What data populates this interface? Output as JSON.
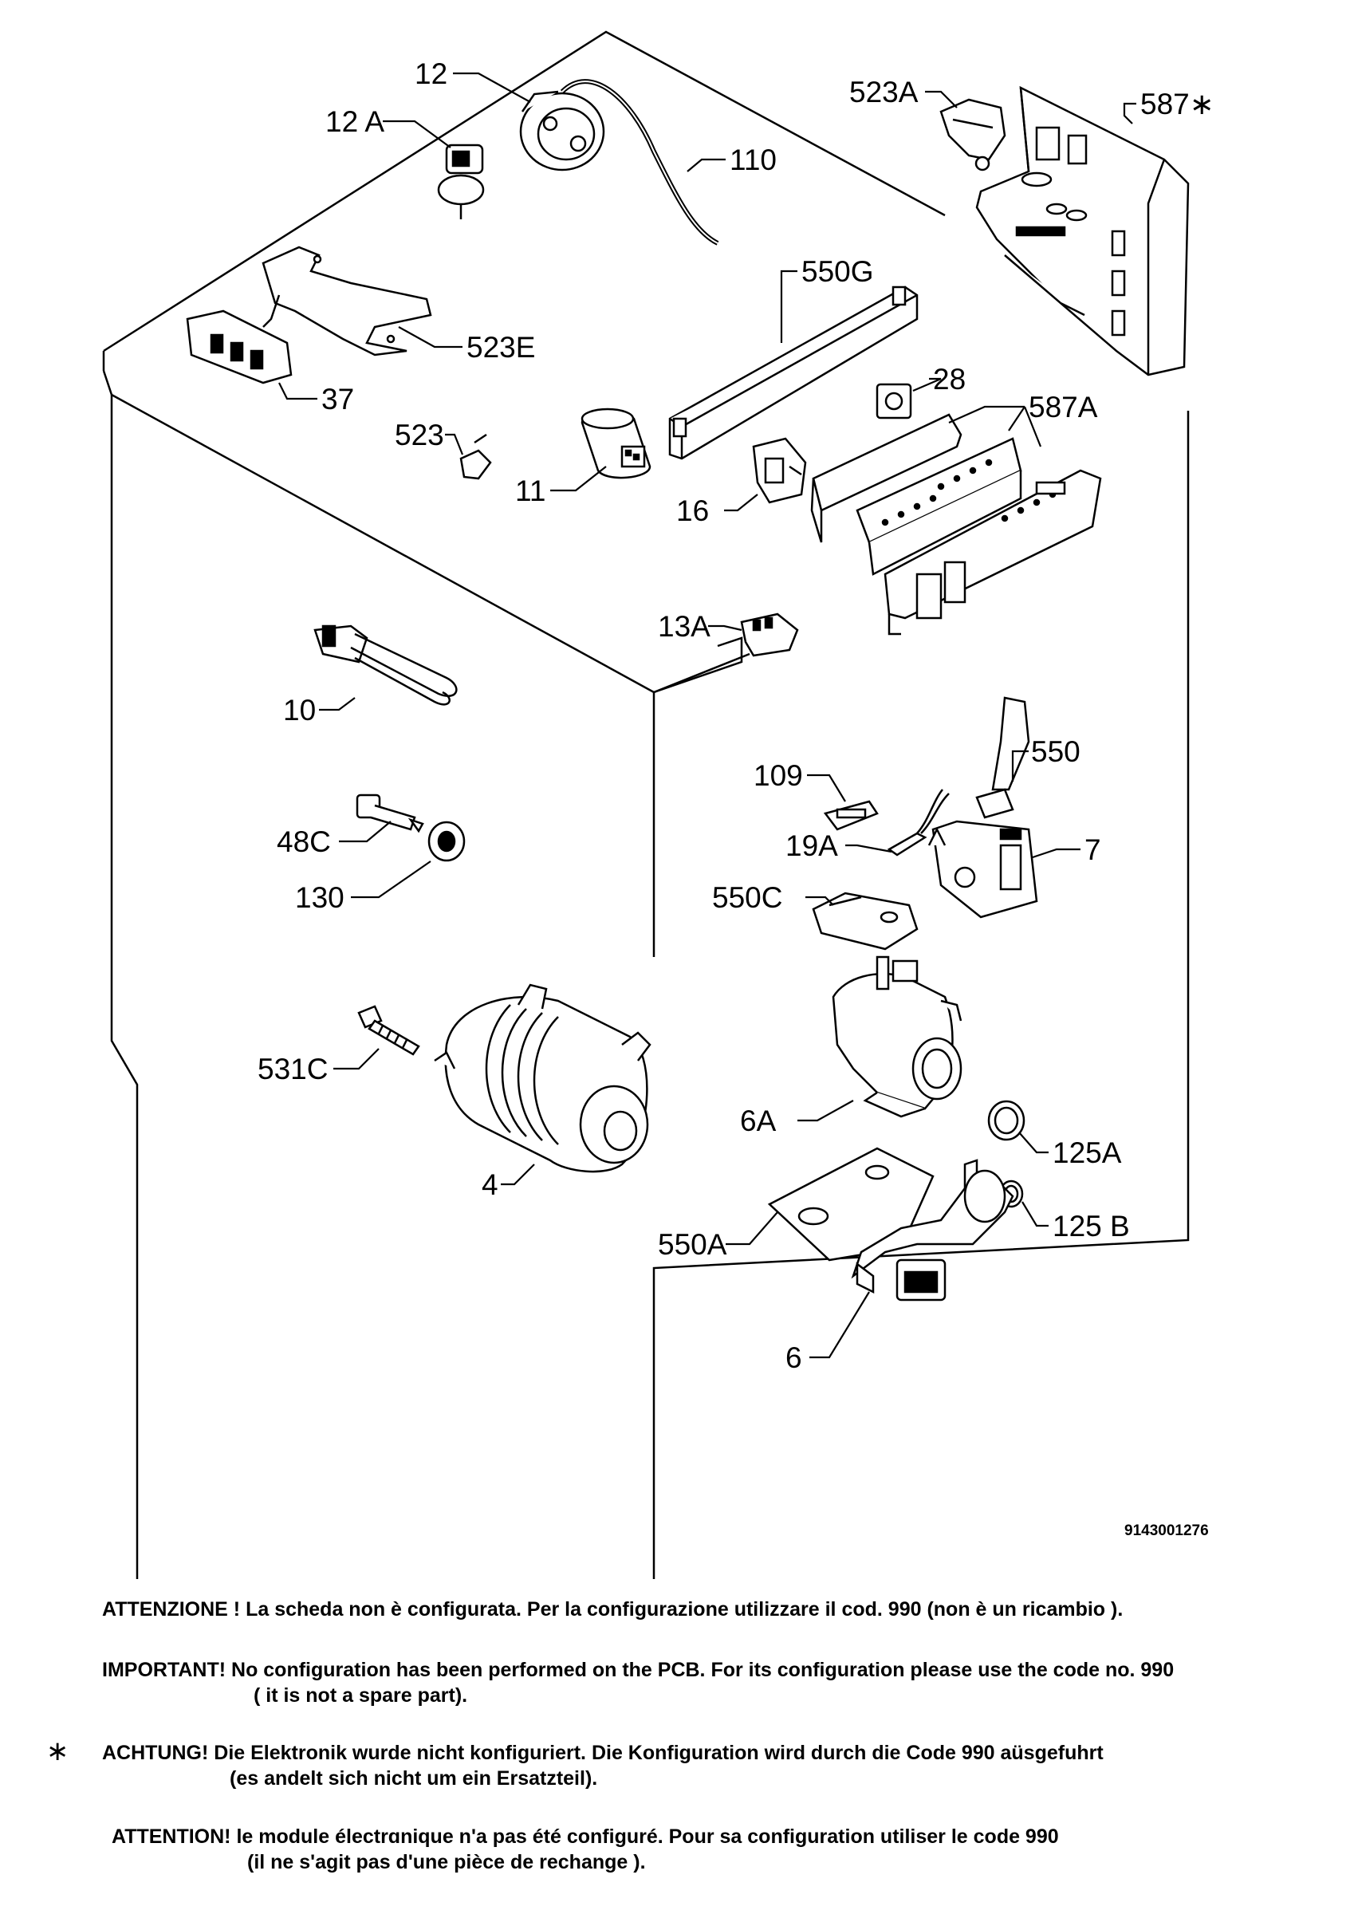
{
  "diagram": {
    "drawing_number": "9143001276",
    "part_labels": {
      "p12": "12",
      "p12A": "12 A",
      "p110": "110",
      "p523E": "523E",
      "p37": "37",
      "p523": "523",
      "p11": "11",
      "p10": "10",
      "p48C": "48C",
      "p130": "130",
      "p531C": "531C",
      "p4": "4",
      "p523A": "523A",
      "p587star": "587∗",
      "p550G": "550G",
      "p28": "28",
      "p587A": "587A",
      "p16": "16",
      "p13A": "13A",
      "p109": "109",
      "p550": "550",
      "p19A": "19A",
      "p7": "7",
      "p550C": "550C",
      "p6A": "6A",
      "p125A": "125A",
      "p125B": "125 B",
      "p550A": "550A",
      "p6": "6"
    }
  },
  "notes": {
    "it": "ATTENZIONE ! La scheda non è  configurata. Per la configurazione utilizzare il cod. 990 (non è un ricambio ).",
    "en_line1": "IMPORTANT! No configuration has been performed on the PCB. For its configuration please use the code no. 990",
    "en_line2": "( it is not a spare part).",
    "star": "∗",
    "de_line1": "ACHTUNG! Die Elektronik wurde nicht konfiguriert. Die Konfiguration wird durch die Code 990 aüsgefuhrt",
    "de_line2": "(es andelt sich nicht um ein Ersatzteil).",
    "fr_line1": "ATTENTION! le module électrɑnique n'a pas été configuré. Pour  sa configuration utiliser le code 990",
    "fr_line2": "(il ne s'agit pas d'une pièce de rechange )."
  }
}
